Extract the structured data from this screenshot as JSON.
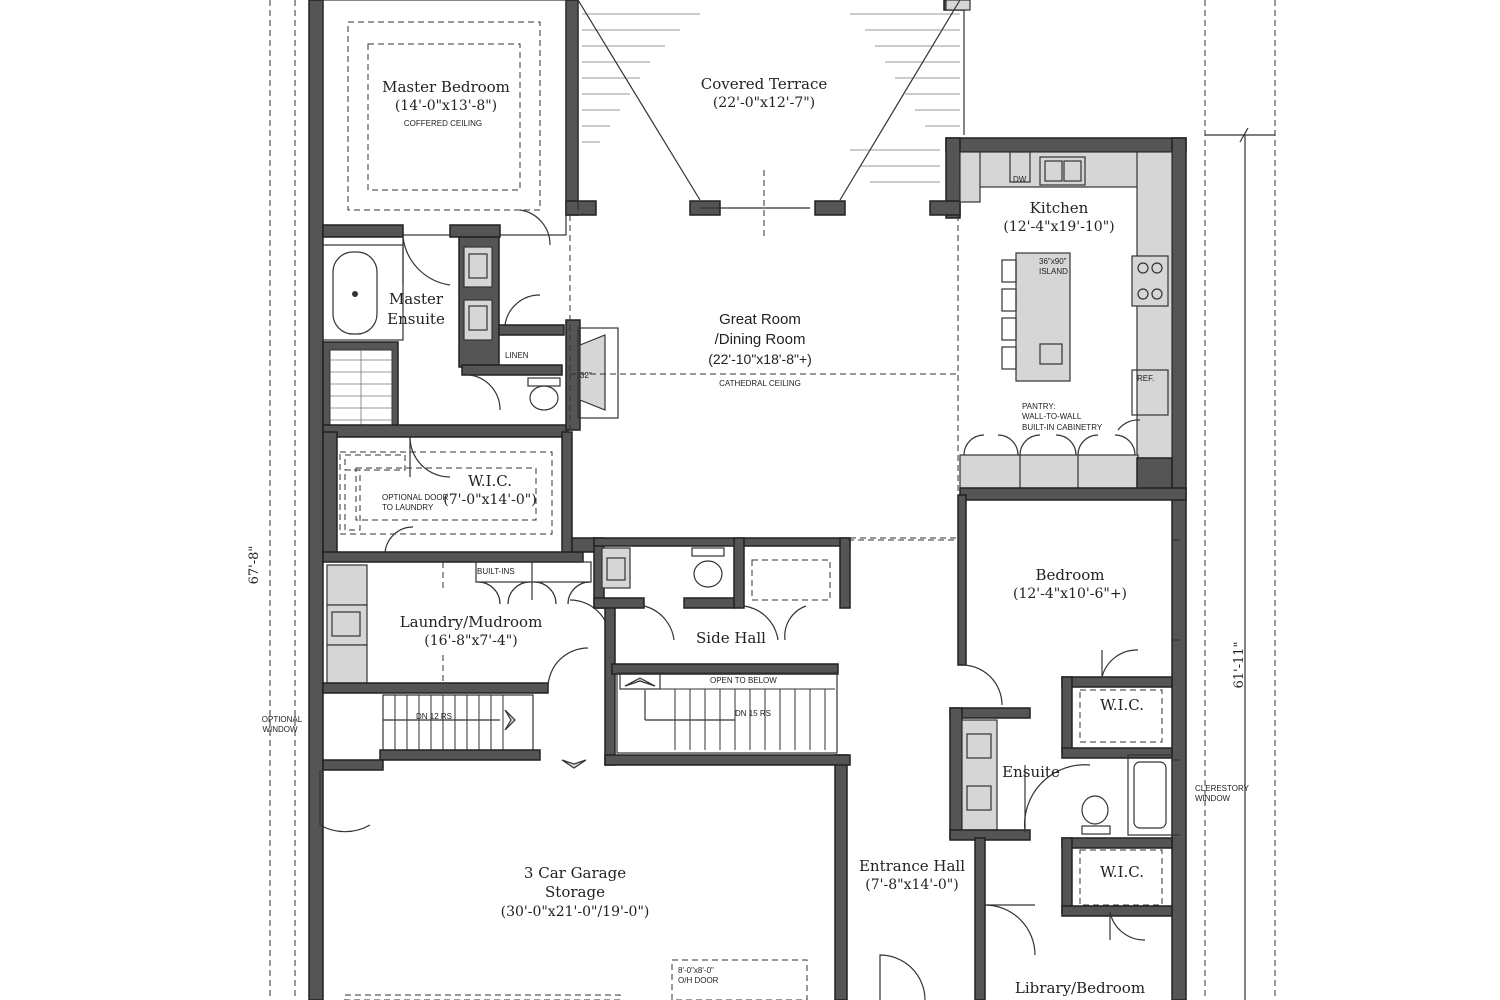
{
  "rooms": {
    "master_bedroom": {
      "name": "Master Bedroom",
      "dims": "(14'-0\"x13'-8\")",
      "note": "COFFERED CEILING"
    },
    "covered_terrace": {
      "name": "Covered Terrace",
      "dims": "(22'-0\"x12'-7\")"
    },
    "kitchen": {
      "name": "Kitchen",
      "dims": "(12'-4\"x19'-10\")",
      "dw": "DW",
      "island_1": "36\"x90\"",
      "island_2": "ISLAND",
      "ref": "REF.",
      "pantry_1": "PANTRY:",
      "pantry_2": "WALL-TO-WALL",
      "pantry_3": "BUILT-IN CABINETRY"
    },
    "master_ensuite": {
      "name_1": "Master",
      "name_2": "Ensuite",
      "linen": "LINEN"
    },
    "great_room": {
      "name_1": "Great Room",
      "name_2": "/Dining Room",
      "dims": "(22'-10\"x18'-8\"+)",
      "note": "CATHEDRAL CEILING"
    },
    "wic_master": {
      "name": "W.I.C.",
      "dims": "(7'-0\"x14'-0\")",
      "note_1": "OPTIONAL DOOR",
      "note_2": "TO LAUNDRY"
    },
    "laundry": {
      "name": "Laundry/Mudroom",
      "dims": "(16'-8\"x7'-4\")",
      "builtins": "BUILT-INS"
    },
    "side_hall": {
      "name": "Side Hall"
    },
    "bedroom": {
      "name": "Bedroom",
      "dims": "(12'-4\"x10'-6\"+)"
    },
    "wic_bedroom": {
      "name": "W.I.C."
    },
    "ensuite": {
      "name": "Ensuite"
    },
    "wic_library": {
      "name": "W.I.C."
    },
    "entrance_hall": {
      "name": "Entrance Hall",
      "dims": "(7'-8\"x14'-0\")"
    },
    "garage": {
      "name_1": "3 Car Garage",
      "name_2": "Storage",
      "dims": "(30'-0\"x21'-0\"/19'-0\")",
      "door_1": "8'-0\"x8'-0\"",
      "door_2": "O/H DOOR"
    },
    "library": {
      "name": "Library/Bedroom"
    }
  },
  "stairs": {
    "open_to_below": "OPEN TO BELOW",
    "stair_left": "DN 12 RS",
    "stair_right": "DN 15 RS"
  },
  "annotations": {
    "optional_window_1": "OPTIONAL",
    "optional_window_2": "WINDOW",
    "clerestory_1": "CLERESTORY",
    "clerestory_2": "WINDOW",
    "fireplace": "32\""
  },
  "dimensions": {
    "left_total": "67'-8\"",
    "right_total": "61'-11\""
  }
}
